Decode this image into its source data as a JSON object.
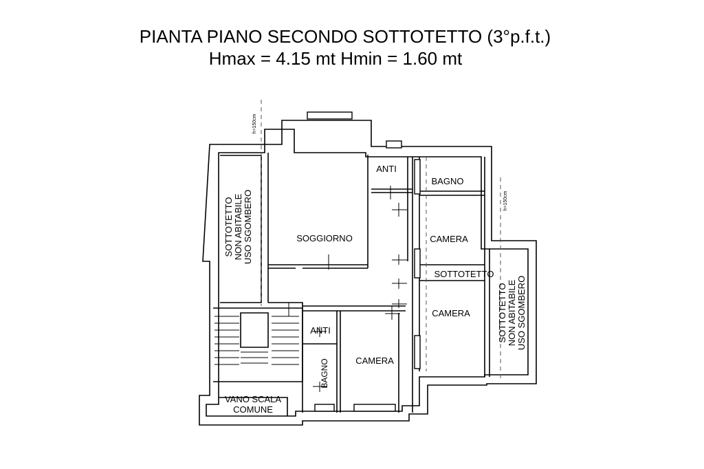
{
  "title": "PIANTA PIANO SECONDO SOTTOTETTO (3°p.f.t.)",
  "subtitle": "Hmax = 4.15 mt Hmin = 1.60 mt",
  "rooms": {
    "soggiorno": "SOGGIORNO",
    "anti_top": "ANTI",
    "bagno_top": "BAGNO",
    "camera_1": "CAMERA",
    "sottotetto_mid": "SOTTOTETTO",
    "camera_2": "CAMERA",
    "anti_bottom": "ANTI",
    "camera_3": "CAMERA",
    "bagno_bottom": "BAGNO"
  },
  "left_attic": [
    "SOTTOTETTO",
    "NON ABITABILE",
    "USO SGOMBERO"
  ],
  "right_attic": [
    "SOTTOTETTO",
    "NON ABITABILE",
    "USO SGOMBERO"
  ],
  "stair": [
    "VANO SCALA",
    "COMUNE"
  ],
  "height_marks": {
    "left": "h=150cm",
    "right": "h=150cm"
  },
  "colors": {
    "wall": "#000000",
    "background": "#ffffff",
    "dashed_line": "#555555"
  }
}
